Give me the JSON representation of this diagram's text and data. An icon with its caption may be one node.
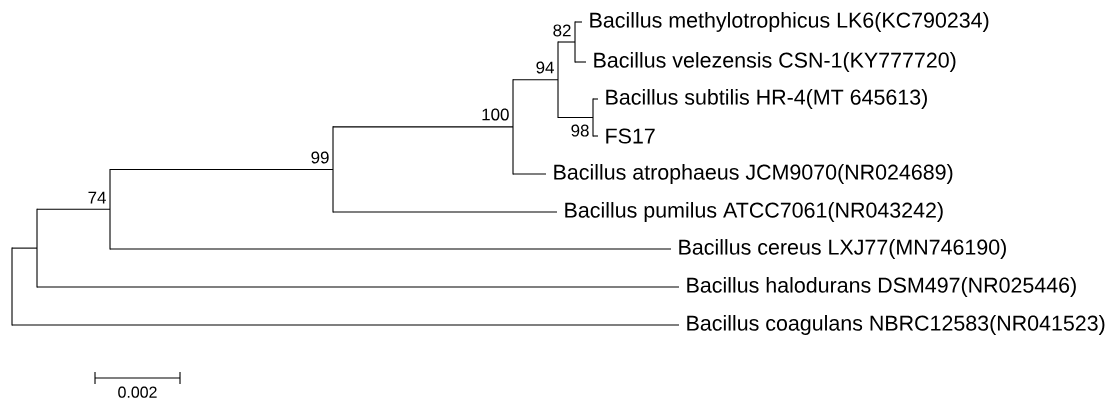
{
  "diagram": {
    "nodes": [
      {
        "text": [
          "Bacillus methylotrophicus LK6(KC790234)"
        ]
      },
      {
        "text": [
          "Bacillus velezensis CSN-1(KY777720)"
        ]
      },
      {
        "text": [
          "Bacillus subtilis HR-4(MT 645613)"
        ]
      },
      {
        "text": [
          "FS17"
        ]
      },
      {
        "text": [
          "Bacillus atrophaeus JCM9070(NR024689)"
        ]
      },
      {
        "text": [
          "Bacillus pumilus ATCC7061(NR043242)"
        ]
      },
      {
        "text": [
          "Bacillus cereus LXJ77(MN746190)"
        ]
      },
      {
        "text": [
          "Bacillus halodurans DSM497(NR025446)"
        ]
      },
      {
        "text": [
          "Bacillus coagulans NBRC12583(NR041523)"
        ]
      },
      {
        "text": [],
        "shape": "bar"
      },
      {
        "text": [],
        "shape": "bar"
      },
      {
        "text": [],
        "shape": "bar",
        "beside": [
          "74"
        ]
      },
      {
        "text": [],
        "shape": "bar",
        "beside": [
          "99"
        ]
      },
      {
        "text": [],
        "shape": "bar",
        "beside": [
          "100"
        ]
      },
      {
        "text": [],
        "shape": "bar",
        "beside": [
          "94"
        ]
      },
      {
        "text": [],
        "shape": "bar",
        "beside": [
          "82"
        ]
      },
      {
        "text": [],
        "shape": "bar",
        "beside": [
          "98"
        ]
      }
    ],
    "edges": [
      {
        "from": 9,
        "to": 10,
        "arrow": "none"
      },
      {
        "from": 9,
        "to": 8,
        "arrow": "none"
      },
      {
        "from": 10,
        "to": 11,
        "arrow": "none"
      },
      {
        "from": 10,
        "to": 7,
        "arrow": "none"
      },
      {
        "from": 11,
        "to": 12,
        "arrow": "none"
      },
      {
        "from": 11,
        "to": 6,
        "arrow": "none"
      },
      {
        "from": 12,
        "to": 13,
        "arrow": "none"
      },
      {
        "from": 12,
        "to": 5,
        "arrow": "none"
      },
      {
        "from": 13,
        "to": 14,
        "arrow": "none"
      },
      {
        "from": 13,
        "to": 4,
        "arrow": "none"
      },
      {
        "from": 14,
        "to": 15,
        "arrow": "none"
      },
      {
        "from": 14,
        "to": 16,
        "arrow": "none"
      },
      {
        "from": 15,
        "to": 0,
        "arrow": "none"
      },
      {
        "from": 15,
        "to": 1,
        "arrow": "none"
      },
      {
        "from": 16,
        "to": 2,
        "arrow": "none"
      },
      {
        "from": 16,
        "to": 3,
        "arrow": "none"
      }
    ],
    "labels": [
      "0.002"
    ]
  }
}
